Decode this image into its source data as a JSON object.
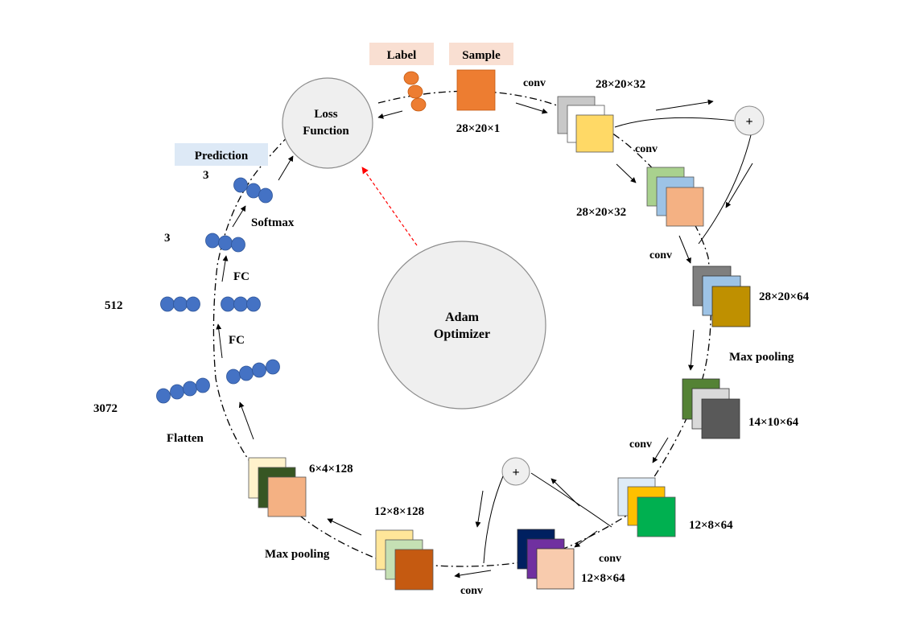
{
  "colors": {
    "label_box": "#f9dfd2",
    "prediction_box": "#dde9f6",
    "node_blue": "#4472c4",
    "node_orange": "#ed7d31",
    "circle_fill": "#efefef",
    "circle_stroke": "#8c8c8c",
    "dash_red": "#ff0000"
  },
  "labels": {
    "label": "Label",
    "sample": "Sample",
    "prediction": "Prediction",
    "loss_line1": "Loss",
    "loss_line2": "Function",
    "adam_line1": "Adam",
    "adam_line2": "Optimizer",
    "conv1": "conv",
    "conv2": "conv",
    "conv3": "conv",
    "conv4": "conv",
    "conv5": "conv",
    "conv6": "conv",
    "maxpool1": "Max pooling",
    "maxpool2": "Max pooling",
    "flatten": "Flatten",
    "fc1": "FC",
    "fc2": "FC",
    "softmax": "Softmax",
    "plus1": "+",
    "plus2": "+"
  },
  "dims": {
    "input": "28×20×1",
    "conv1_out": "28×20×32",
    "conv2_out": "28×20×32",
    "conv3_out": "28×20×64",
    "pool1_out": "14×10×64",
    "conv4_out": "12×8×64",
    "conv5_out": "12×8×64",
    "conv6_out": "12×8×128",
    "pool2_out": "6×4×128",
    "flatten_out": "3072",
    "fc1_out": "512",
    "fc2_out": "3",
    "softmax_out": "3"
  }
}
